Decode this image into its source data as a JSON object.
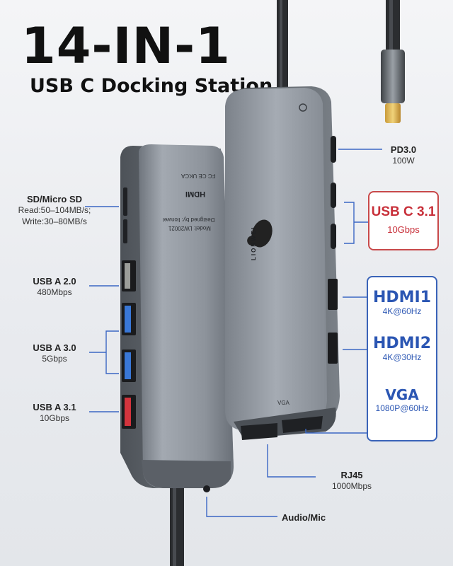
{
  "headline": "14-IN-1",
  "subline": "USB C Docking Station",
  "labels": {
    "sd_title": "SD/Micro SD",
    "sd_read": "Read:50–104MB/s;",
    "sd_write": "Write:30–80MB/s",
    "usb20_title": "USB A 2.0",
    "usb20_speed": "480Mbps",
    "usb30_title": "USB A 3.0",
    "usb30_speed": "5Gbps",
    "usb31_title": "USB A 3.1",
    "usb31_speed": "10Gbps",
    "pd_title": "PD3.0",
    "pd_power": "100W",
    "usbc_title": "USB C 3.1",
    "usbc_speed": "10Gbps",
    "hdmi1_title": "HDMI1",
    "hdmi1_spec": "4K@60Hz",
    "hdmi2_title": "HDMI2",
    "hdmi2_spec": "4K@30Hz",
    "vga_title": "VGA",
    "vga_spec": "1080P@60Hz",
    "rj45_title": "RJ45",
    "rj45_speed": "1000Mbps",
    "audio_title": "Audio/Mic"
  },
  "device": {
    "brand": "LIONWEI",
    "vga_port_label": "VGA",
    "hdmi_logo": "HDMI",
    "cert_marks": "FC CE UKCA",
    "model_text": "Model: LW20021",
    "designer_text": "Designed by: lionwei"
  },
  "colors": {
    "accent_red": "#c8303a",
    "accent_blue": "#2b56b3",
    "device_grey": "#8d939c"
  }
}
